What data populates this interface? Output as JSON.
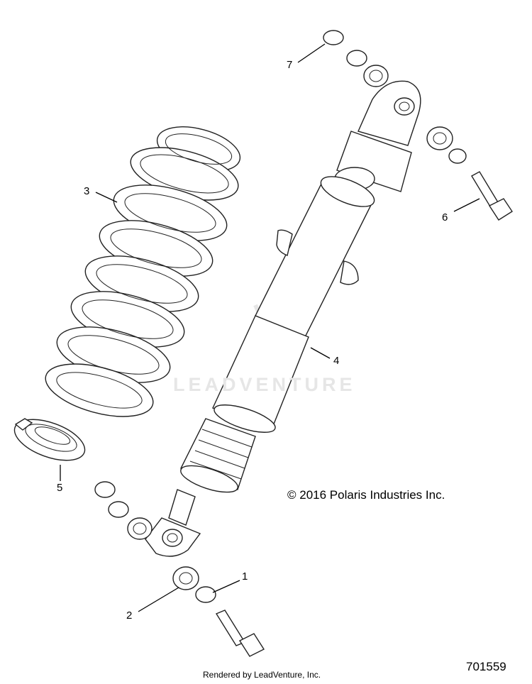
{
  "callouts": {
    "c1": "1",
    "c2": "2",
    "c3": "3",
    "c4": "4",
    "c5": "5",
    "c6": "6",
    "c7": "7"
  },
  "copyright": "© 2016 Polaris Industries Inc.",
  "footer": "Rendered by LeadVenture, Inc.",
  "drawing_number": "701559",
  "watermark": "LEADVENTURE"
}
